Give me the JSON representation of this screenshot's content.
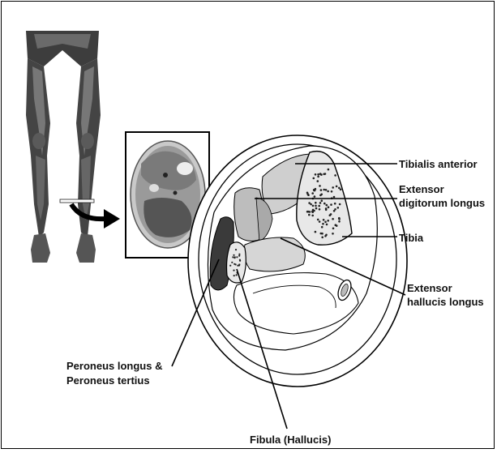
{
  "labels": {
    "tibialis_anterior": "Tibialis anterior",
    "extensor_digitorum_1": "Extensor",
    "extensor_digitorum_2": "digitorum longus",
    "tibia": "Tibia",
    "extensor_hallucis_1": "Extensor",
    "extensor_hallucis_2": "hallucis longus",
    "peroneus_1": "Peroneus longus &",
    "peroneus_2": "Peroneus tertius",
    "fibula": "Fibula (Hallucis)"
  },
  "colors": {
    "muscle_light": "#cfcfcf",
    "muscle_mid": "#a9a9a9",
    "muscle_dark": "#3a3a3a",
    "bone": "#e8e8e8",
    "legs_skin": "#4a4a4a"
  }
}
